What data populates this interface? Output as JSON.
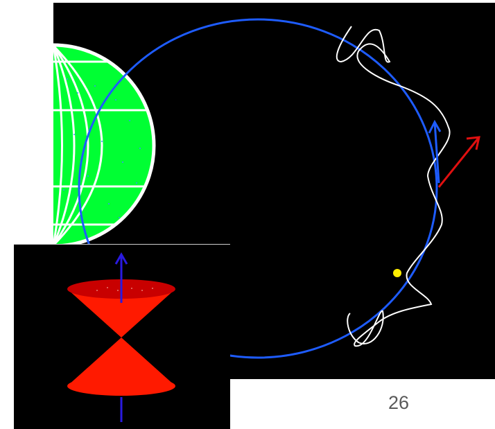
{
  "slide": {
    "page_number": "26"
  },
  "colors": {
    "background": "#000000",
    "orbit": "#1e5cff",
    "globe_fill": "#00ff33",
    "gridlines": "#ffffff",
    "wave": "#ffffff",
    "arrow_red": "#e01010",
    "satellite_dot": "#ffee00",
    "cone": "#ff1a00",
    "axis_arrow": "#2a1ae0"
  },
  "icons": {
    "globe": "earth-globe",
    "orbit": "orbit-ellipse",
    "wave": "gravitational-wave",
    "velocity_arrow": "blue-arrow",
    "spin_arrow": "red-arrow",
    "particle": "yellow-dot",
    "light_cone": "double-cone",
    "axis": "vertical-axis-arrow"
  }
}
